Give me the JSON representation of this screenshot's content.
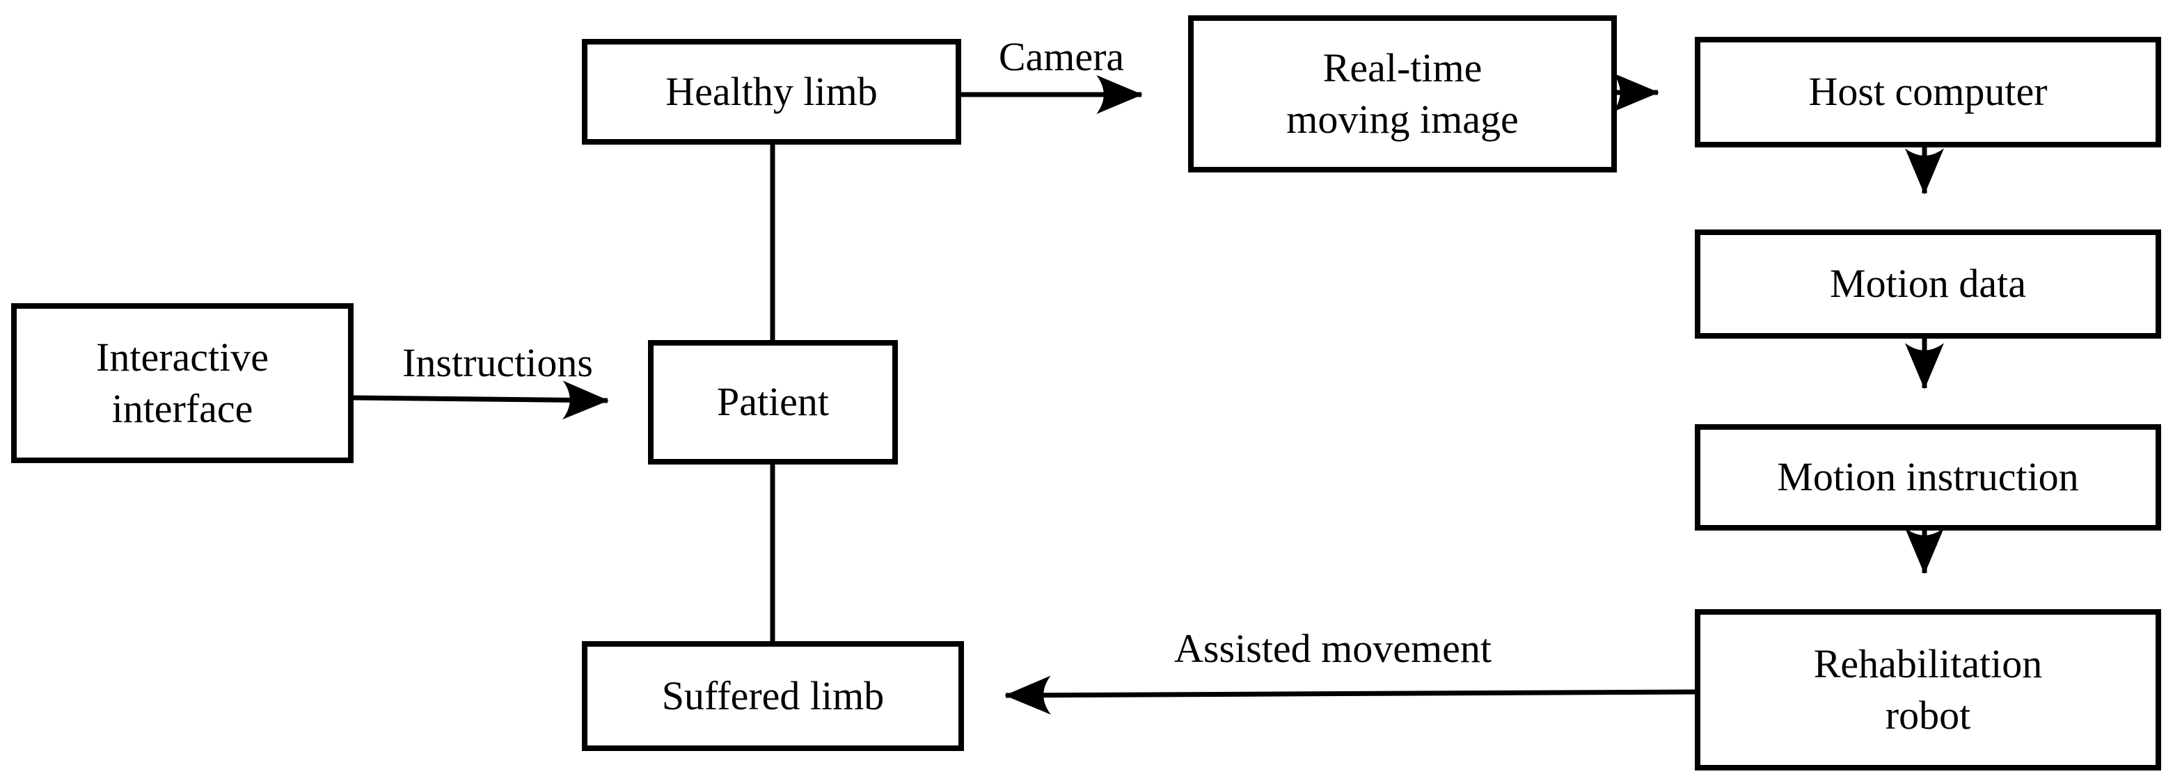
{
  "diagram": {
    "nodes": {
      "healthy_limb": {
        "lines": [
          "Healthy limb"
        ]
      },
      "real_time_moving_image": {
        "lines": [
          "Real-time",
          "moving image"
        ]
      },
      "host_computer": {
        "lines": [
          "Host computer"
        ]
      },
      "motion_data": {
        "lines": [
          "Motion data"
        ]
      },
      "motion_instruction": {
        "lines": [
          "Motion instruction"
        ]
      },
      "rehabilitation_robot": {
        "lines": [
          "Rehabilitation",
          "robot"
        ]
      },
      "interactive_interface": {
        "lines": [
          "Interactive",
          "interface"
        ]
      },
      "patient": {
        "lines": [
          "Patient"
        ]
      },
      "suffered_limb": {
        "lines": [
          "Suffered limb"
        ]
      }
    },
    "edge_labels": {
      "camera": "Camera",
      "instructions": "Instructions",
      "assisted_movement": "Assisted movement"
    },
    "edges": [
      {
        "from": "healthy_limb",
        "to": "real_time_moving_image",
        "label": "Camera",
        "arrow": true
      },
      {
        "from": "real_time_moving_image",
        "to": "host_computer",
        "label": "",
        "arrow": true
      },
      {
        "from": "host_computer",
        "to": "motion_data",
        "label": "",
        "arrow": true
      },
      {
        "from": "motion_data",
        "to": "motion_instruction",
        "label": "",
        "arrow": true
      },
      {
        "from": "motion_instruction",
        "to": "rehabilitation_robot",
        "label": "",
        "arrow": true
      },
      {
        "from": "rehabilitation_robot",
        "to": "suffered_limb",
        "label": "Assisted movement",
        "arrow": true
      },
      {
        "from": "interactive_interface",
        "to": "patient",
        "label": "Instructions",
        "arrow": true
      },
      {
        "from": "healthy_limb",
        "to": "patient",
        "label": "",
        "arrow": false
      },
      {
        "from": "patient",
        "to": "suffered_limb",
        "label": "",
        "arrow": false
      }
    ],
    "colors": {
      "ink": "#000000",
      "background": "#ffffff"
    }
  }
}
